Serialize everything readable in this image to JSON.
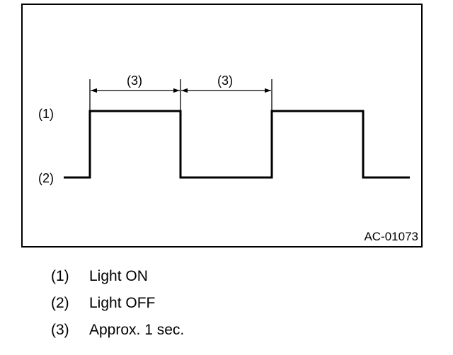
{
  "diagram": {
    "level_on_label": "(1)",
    "level_off_label": "(2)",
    "interval_label_1": "(3)",
    "interval_label_2": "(3)",
    "figure_code": "AC-01073"
  },
  "legend": [
    {
      "number": "(1)",
      "text": "Light ON"
    },
    {
      "number": "(2)",
      "text": "Light OFF"
    },
    {
      "number": "(3)",
      "text": "Approx. 1 sec."
    }
  ]
}
